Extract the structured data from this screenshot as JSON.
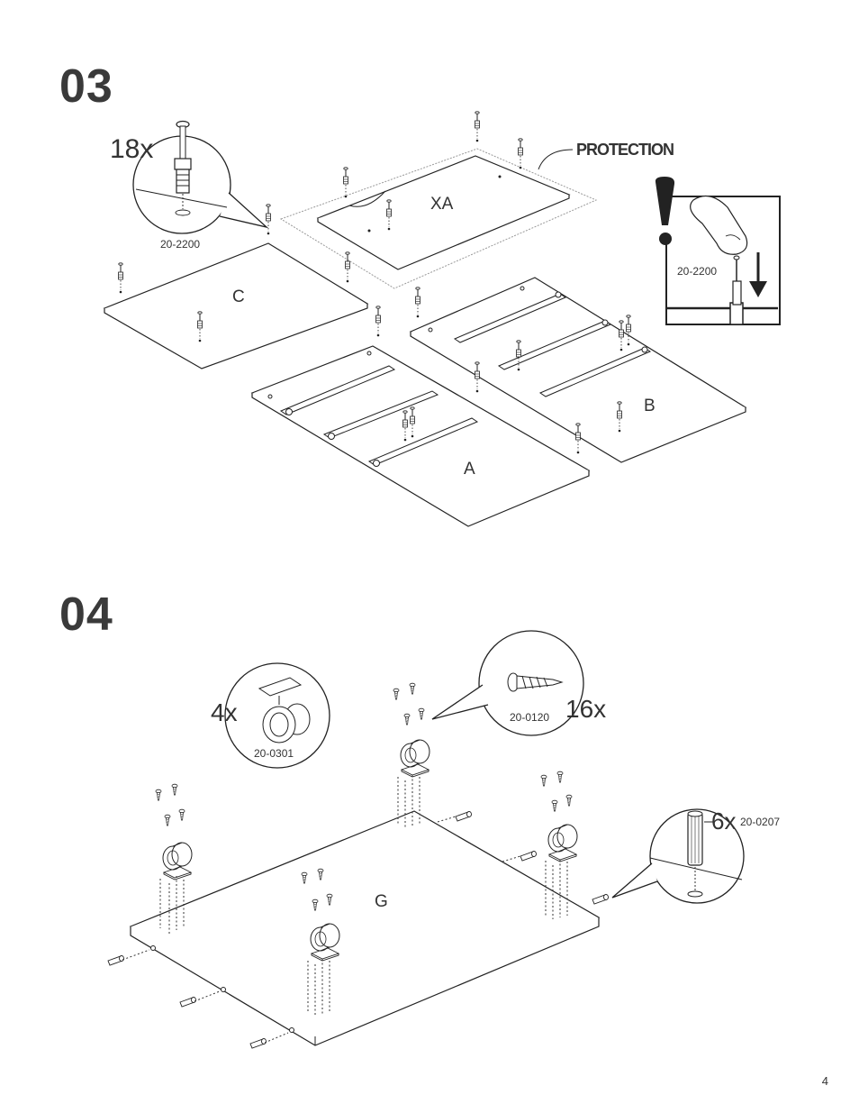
{
  "page": {
    "number": "4"
  },
  "step03": {
    "number": "03",
    "callout_qty": "18x",
    "callout_part": "20-2200",
    "protection_label": "PROTECTION",
    "warning_part": "20-2200",
    "panels": {
      "xa": "XA",
      "c": "C",
      "a": "A",
      "b": "B"
    }
  },
  "step04": {
    "number": "04",
    "caster_qty": "4x",
    "caster_part": "20-0301",
    "screw_qty": "16x",
    "screw_part": "20-0120",
    "dowel_qty": "6x",
    "dowel_part": "20-0207",
    "panel": "G"
  },
  "colors": {
    "ink": "#222222",
    "heading": "#3a3a3a"
  }
}
